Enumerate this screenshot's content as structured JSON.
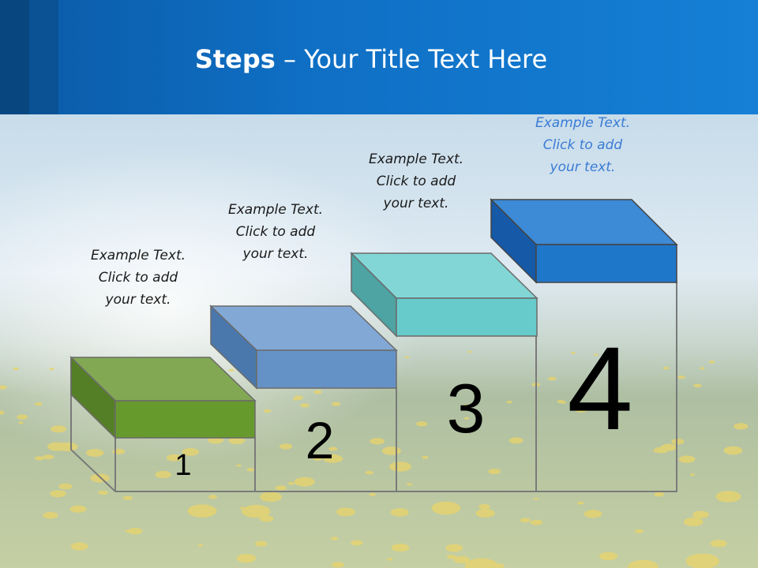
{
  "title": {
    "bold": "Steps",
    "rest": " – Your Title Text Here"
  },
  "steps": [
    {
      "number": "1",
      "caption": [
        "Example Text.",
        "Click  to add",
        "your text."
      ],
      "color": "#6a9a34"
    },
    {
      "number": "2",
      "caption": [
        "Example Text.",
        "Click  to add",
        "your text."
      ],
      "color": "#6592c6"
    },
    {
      "number": "3",
      "caption": [
        "Example Text.",
        "Click  to add",
        "your text."
      ],
      "color": "#6cc9c9"
    },
    {
      "number": "4",
      "caption": [
        "Example Text.",
        "Click  to add",
        "your text."
      ],
      "color": "#1f77c9"
    }
  ],
  "colors": {
    "header": "#0f6fc4",
    "outline": "#7a7a7a"
  }
}
